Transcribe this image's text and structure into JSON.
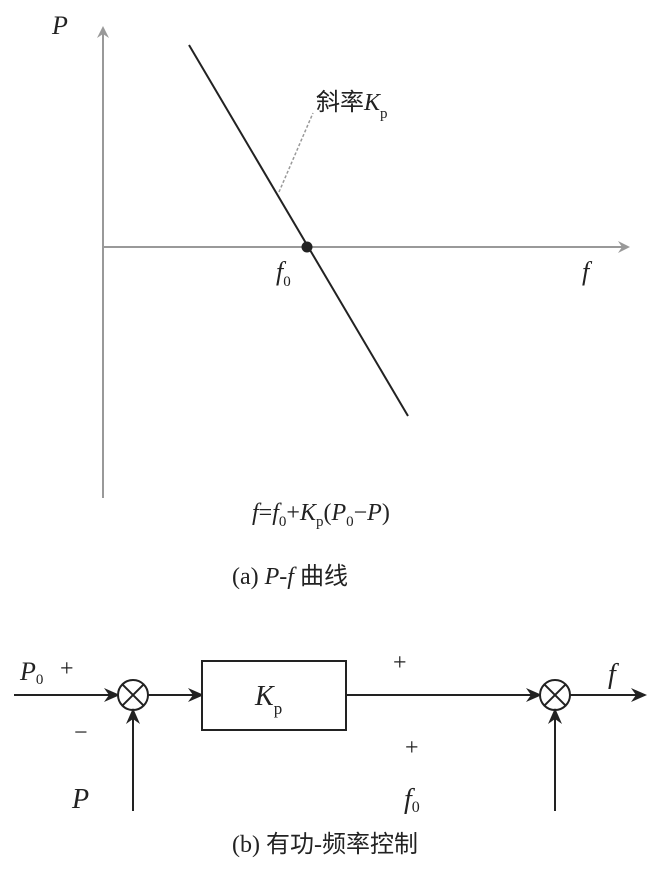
{
  "plot": {
    "y_axis_label": "P",
    "x_axis_label": "f",
    "point_label": {
      "main": "f",
      "sub": "0"
    },
    "slope_label": {
      "prefix": "斜率",
      "main": "K",
      "sub": "p"
    },
    "equation": {
      "p1": "f",
      "p2": "=",
      "p3": "f",
      "p3sub": "0",
      "p4": "+",
      "p5": "K",
      "p5sub": "p",
      "p6": "(",
      "p7": "P",
      "p7sub": "0",
      "p8": "−",
      "p9": "P",
      "p10": ")"
    },
    "caption": {
      "prefix": "(a) ",
      "var": "P-f",
      "suffix": " 曲线"
    }
  },
  "block": {
    "input1": {
      "main": "P",
      "sub": "0"
    },
    "input1_sign": "+",
    "input2": "P",
    "input2_sign": "−",
    "gain": {
      "main": "K",
      "sub": "p"
    },
    "sum2_top_sign": "+",
    "sum2_bottom_sign": "+",
    "input3": {
      "main": "f",
      "sub": "0"
    },
    "output": "f",
    "caption": "(b) 有功-频率控制"
  },
  "colors": {
    "axis": "#999999",
    "line": "#222222",
    "dashed": "#999999"
  }
}
